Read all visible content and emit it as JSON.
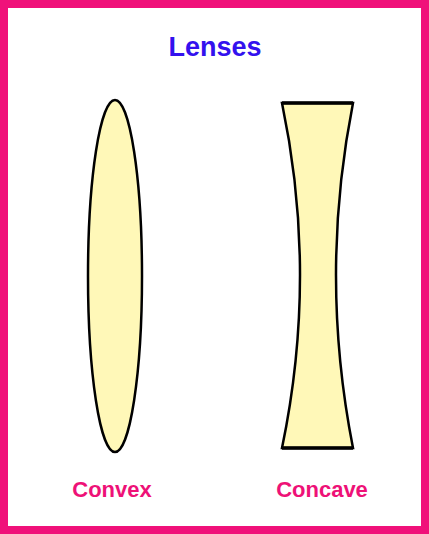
{
  "diagram": {
    "title": "Lenses",
    "labels": [
      "Convex",
      "Concave"
    ]
  }
}
